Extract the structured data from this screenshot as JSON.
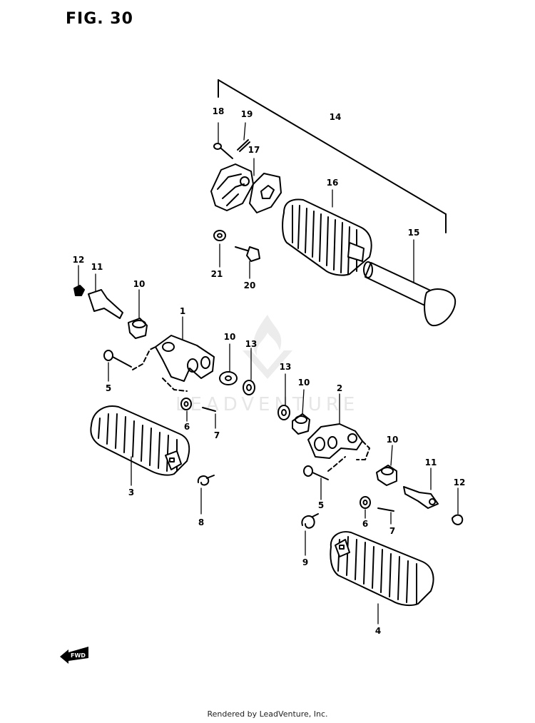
{
  "figure": {
    "title": "FIG. 30"
  },
  "footer": {
    "text": "Rendered by LeadVenture, Inc."
  },
  "watermark": {
    "text": "LEADVENTURE"
  },
  "forward_arrow": {
    "label": "FWD",
    "icon": "forward-arrow-icon"
  },
  "callouts": [
    {
      "number": "18"
    },
    {
      "number": "19"
    },
    {
      "number": "14"
    },
    {
      "number": "17"
    },
    {
      "number": "16"
    },
    {
      "number": "15"
    },
    {
      "number": "21"
    },
    {
      "number": "20"
    },
    {
      "number": "12"
    },
    {
      "number": "11"
    },
    {
      "number": "10"
    },
    {
      "number": "1"
    },
    {
      "number": "10"
    },
    {
      "number": "13"
    },
    {
      "number": "5"
    },
    {
      "number": "6"
    },
    {
      "number": "7"
    },
    {
      "number": "13"
    },
    {
      "number": "10"
    },
    {
      "number": "2"
    },
    {
      "number": "3"
    },
    {
      "number": "8"
    },
    {
      "number": "10"
    },
    {
      "number": "11"
    },
    {
      "number": "12"
    },
    {
      "number": "5"
    },
    {
      "number": "6"
    },
    {
      "number": "7"
    },
    {
      "number": "9"
    },
    {
      "number": "4"
    }
  ]
}
